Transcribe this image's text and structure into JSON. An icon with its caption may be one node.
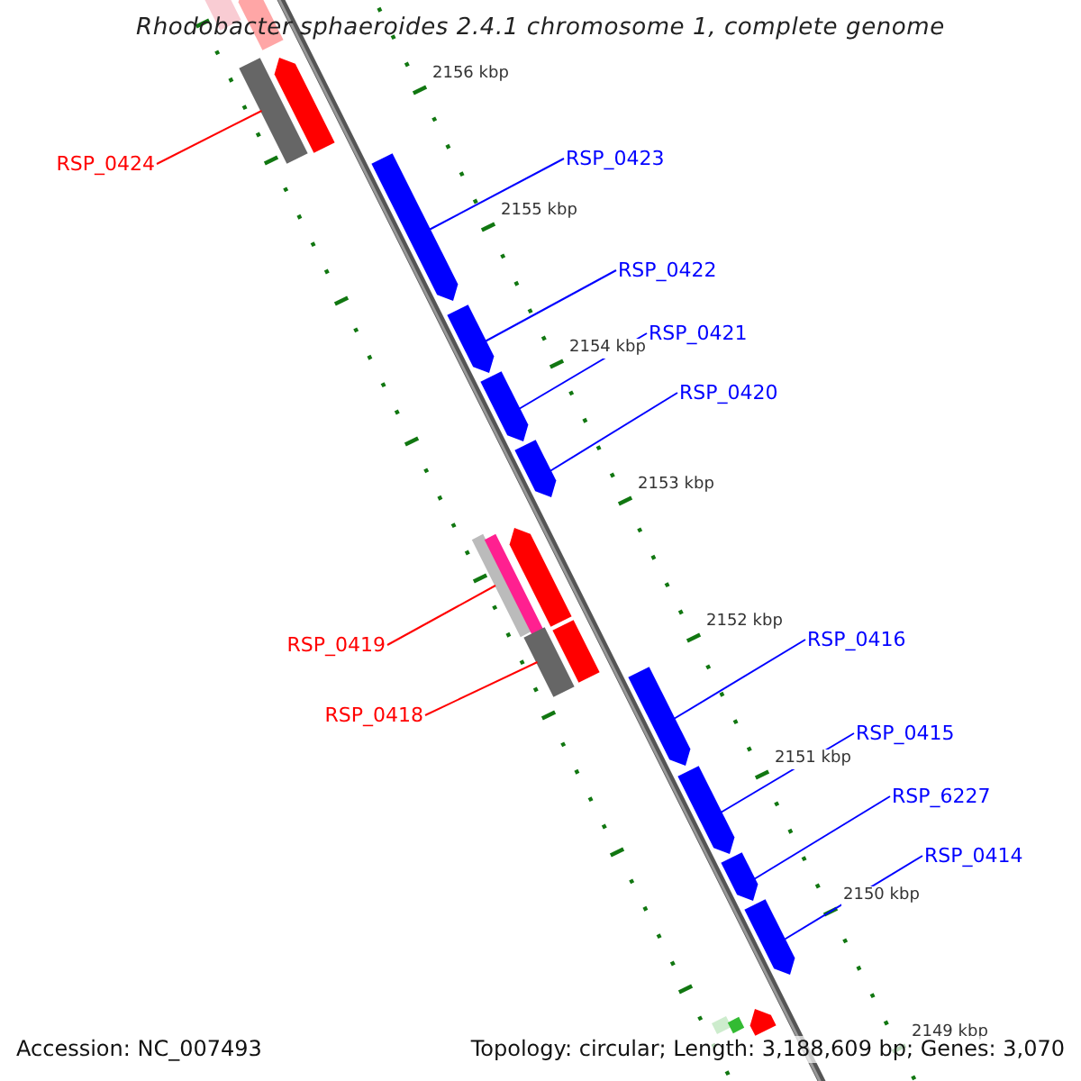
{
  "diagram": {
    "title": "Rhodobacter sphaeroides 2.4.1 chromosome 1, complete genome",
    "nodes": [
      {
        "text": [],
        "shape": "pentagon"
      },
      {
        "text": [],
        "shape": "pentagon"
      },
      {
        "text": [
          "RSP_0424"
        ]
      },
      {
        "text": [],
        "shape": "bar"
      },
      {
        "text": [],
        "shape": "pentagon"
      },
      {
        "text": [
          "RSP_0423"
        ]
      },
      {
        "text": [],
        "shape": "pentagon"
      },
      {
        "text": [
          "RSP_0422"
        ]
      },
      {
        "text": [],
        "shape": "pentagon"
      },
      {
        "text": [
          "RSP_0421"
        ]
      },
      {
        "text": [],
        "shape": "pentagon"
      },
      {
        "text": [
          "RSP_0420"
        ]
      },
      {
        "text": [],
        "shape": "pentagon"
      },
      {
        "text": [],
        "shape": "pentagon"
      },
      {
        "text": [
          "RSP_0419"
        ]
      },
      {
        "text": [],
        "shape": "bar"
      },
      {
        "text": [],
        "shape": "bar"
      },
      {
        "text": [
          "RSP_0418"
        ]
      },
      {
        "text": [],
        "shape": "bar"
      },
      {
        "text": [
          "RSP_0416"
        ]
      },
      {
        "text": [],
        "shape": "pentagon"
      },
      {
        "text": [
          "RSP_0415"
        ]
      },
      {
        "text": [],
        "shape": "pentagon"
      },
      {
        "text": [
          "RSP_6227"
        ]
      },
      {
        "text": [],
        "shape": "pentagon"
      },
      {
        "text": [
          "RSP_0414"
        ]
      },
      {
        "text": [],
        "shape": "pentagon"
      },
      {
        "text": [],
        "shape": "bar"
      },
      {
        "text": [],
        "shape": "pentagon"
      }
    ],
    "edges": [
      {
        "from": 2,
        "to": 3,
        "arrow": "none",
        "color": "#ff0000"
      },
      {
        "from": 5,
        "to": 6,
        "arrow": "none"
      },
      {
        "from": 7,
        "to": 8,
        "arrow": "none"
      },
      {
        "from": 9,
        "to": 10,
        "arrow": "none"
      },
      {
        "from": 11,
        "to": 12,
        "arrow": "none"
      },
      {
        "from": 14,
        "to": 15,
        "arrow": "none",
        "color": "#ff0000"
      },
      {
        "from": 17,
        "to": 18,
        "arrow": "none",
        "color": "#ff0000"
      },
      {
        "from": 19,
        "to": 20,
        "arrow": "none"
      },
      {
        "from": 21,
        "to": 22,
        "arrow": "none"
      },
      {
        "from": 23,
        "to": 24,
        "arrow": "none"
      },
      {
        "from": 25,
        "to": 26,
        "arrow": "none"
      }
    ],
    "labels": [
      "2156 kbp",
      "2155 kbp",
      "2154 kbp",
      "2153 kbp",
      "2152 kbp",
      "2151 kbp",
      "2150 kbp",
      "2149 kbp",
      "Accession: NC_007493",
      "Topology: circular; Length: 3,188,609 bp; Genes: 3,070"
    ]
  }
}
